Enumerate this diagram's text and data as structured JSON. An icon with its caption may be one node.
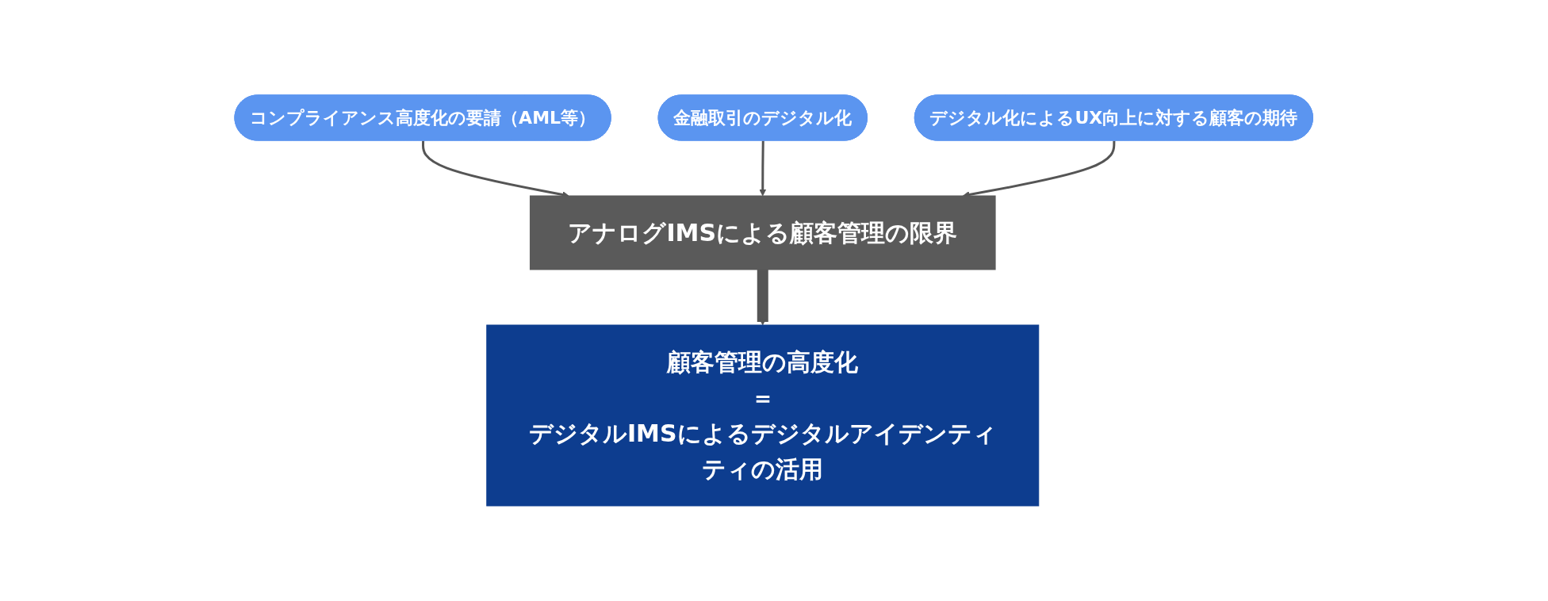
{
  "diagram": {
    "nodes": [
      {
        "text": [
          "コンプライアンス高度化の要請（AML等）"
        ]
      },
      {
        "text": [
          "金融取引のデジタル化"
        ]
      },
      {
        "text": [
          "デジタル化によるUX向上に対する顧客の期待"
        ]
      },
      {
        "text": [
          "アナログIMSによる顧客管理の限界"
        ]
      },
      {
        "text": [
          "顧客管理の高度化",
          "＝",
          "デジタルIMSによるデジタルアイデンティティの活用"
        ]
      }
    ],
    "edges": [
      {
        "from": 0,
        "to": 3,
        "arrow": "to"
      },
      {
        "from": 1,
        "to": 3,
        "arrow": "to"
      },
      {
        "from": 2,
        "to": 3,
        "arrow": "to"
      },
      {
        "from": 3,
        "to": 4,
        "arrow": "to",
        "style": "thick"
      }
    ]
  }
}
